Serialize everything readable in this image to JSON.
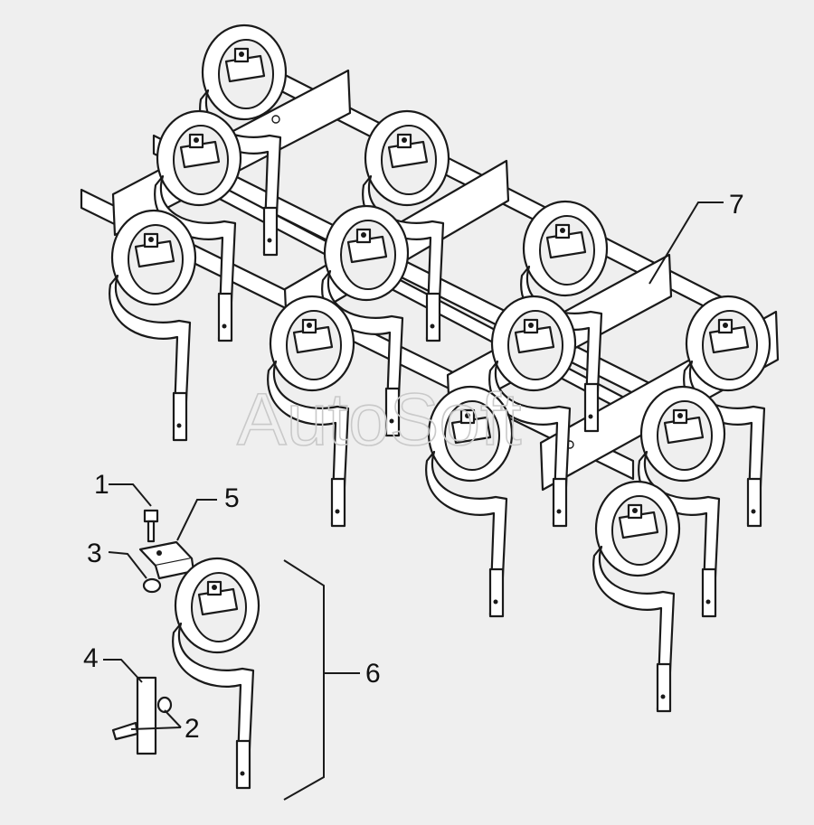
{
  "watermark": "AutoSoft",
  "callouts": [
    {
      "id": "1",
      "label": "1"
    },
    {
      "id": "2",
      "label": "2"
    },
    {
      "id": "3",
      "label": "3"
    },
    {
      "id": "4",
      "label": "4"
    },
    {
      "id": "5",
      "label": "5"
    },
    {
      "id": "6",
      "label": "6"
    },
    {
      "id": "7",
      "label": "7"
    }
  ],
  "colors": {
    "background": "#efefef",
    "line": "#1a1a1a",
    "fill": "#ffffff",
    "watermark": "#c9c9c9"
  }
}
